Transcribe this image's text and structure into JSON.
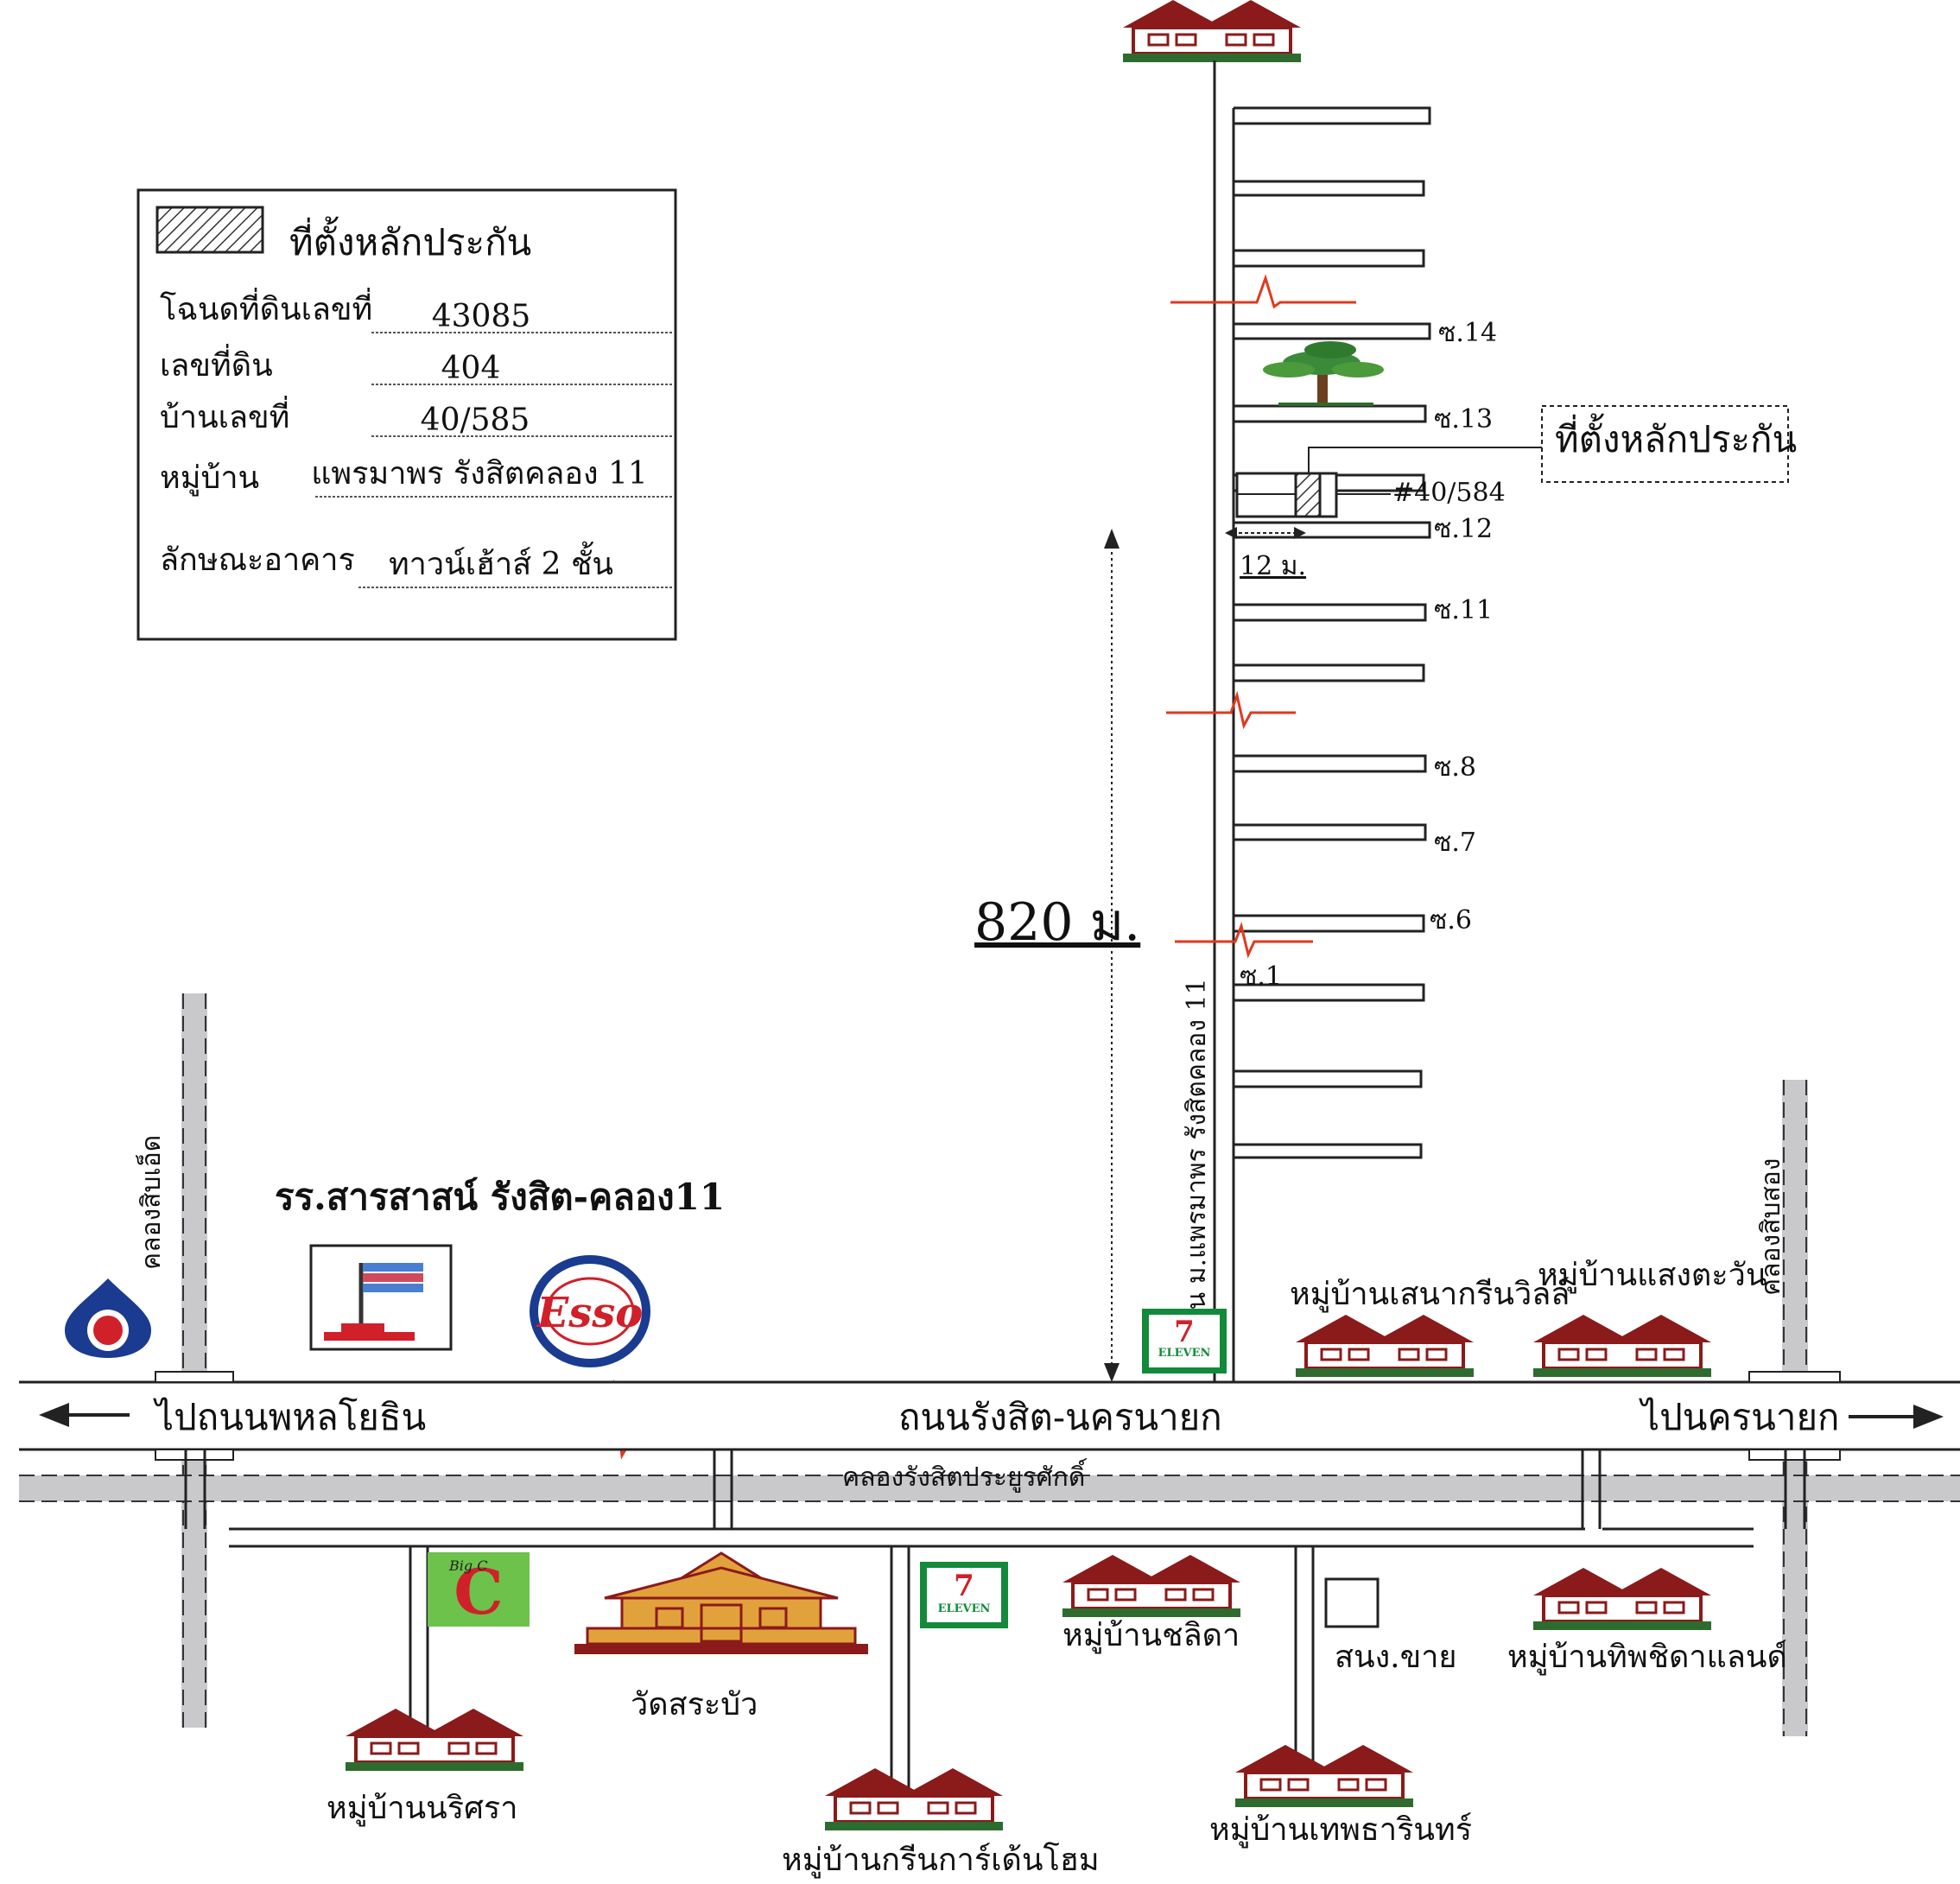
{
  "legend": {
    "title": "ที่ตั้งหลักประกัน",
    "rows": [
      {
        "label": "โฉนดที่ดินเลขที่",
        "value": "43085"
      },
      {
        "label": "เลขที่ดิน",
        "value": "404"
      },
      {
        "label": "บ้านเลขที่",
        "value": "40/585"
      },
      {
        "label": "หมู่บ้าน",
        "value": "แพรมาพร รังสิตคลอง 11"
      },
      {
        "label": "ลักษณะอาคาร",
        "value": "ทาวน์เฮ้าส์ 2 ชั้น"
      }
    ]
  },
  "roads": {
    "main_road": "ถนนรังสิต-นครนายก",
    "to_left": "ไปถนนพหลโยธิน",
    "to_right": "ไปนครนายก",
    "side_road": "ถนน ม.แพรมาพร รังสิตคลอง 11",
    "canal_main": "คลองรังสิตประยูรศักดิ์",
    "canal_left": "คลองสิบเอ็ด",
    "canal_right": "คลองสิบสอง"
  },
  "distances": {
    "to_site": "820 ม.",
    "frontage": "12 ม."
  },
  "site": {
    "callout": "ที่ตั้งหลักประกัน",
    "neighbor_house": "#40/584"
  },
  "sois": [
    "ซ.14",
    "ซ.13",
    "ซ.12",
    "ซ.11",
    "ซ.8",
    "ซ.7",
    "ซ.6",
    "ซ.1"
  ],
  "landmarks": {
    "school": "รร.สารสาสน์ รังสิต-คลอง11",
    "esso": "Esso",
    "seven_top_line": "7",
    "seven_bottom_line": "ELEVEN",
    "bigc": "Big C",
    "temple": "วัดสระบัว",
    "police": "สนง.ขาย"
  },
  "villages": {
    "senagreen": "หมู่บ้านเสนากรีนวิลล์",
    "saengtawan": "หมู่บ้านแสงตะวัน",
    "chalida": "หมู่บ้านชลิดา",
    "thipchida": "หมู่บ้านทิพชิดาแลนด์",
    "narisara": "หมู่บ้านนริศรา",
    "greengarden": "หมู่บ้านกรีนการ์เด้นโฮม",
    "theptharin": "หมู่บ้านเทพธารินทร์"
  },
  "colors": {
    "roof": "#8b1a1a",
    "house_body": "#ffffff",
    "grass": "#2e6b2e",
    "canal": "#c9c9cc",
    "break_mark": "#e0391f",
    "esso_blue": "#1a3b8f",
    "esso_red": "#d0202a",
    "seven_green": "#128a3a",
    "seven_orange": "#f07d1a",
    "temple": "#e2a23b",
    "bigc_green": "#6cc24a"
  }
}
